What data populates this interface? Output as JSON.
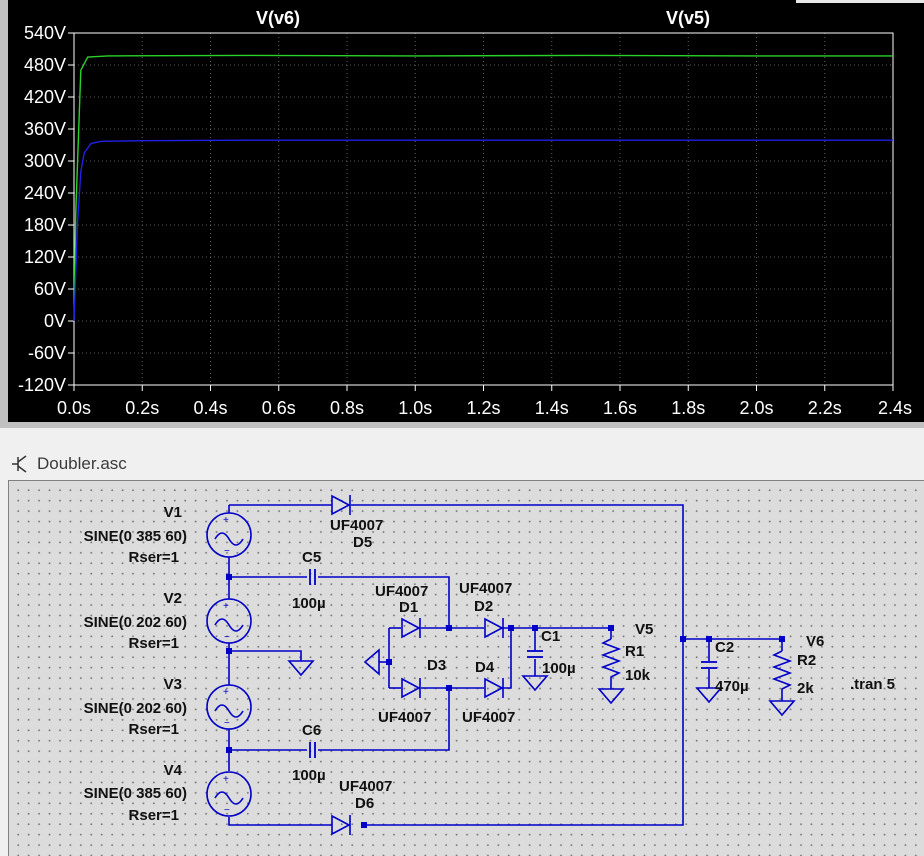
{
  "plot": {
    "window_title": "",
    "y_ticks": [
      "540V",
      "480V",
      "420V",
      "360V",
      "300V",
      "240V",
      "180V",
      "120V",
      "60V",
      "0V",
      "-60V",
      "-120V"
    ],
    "x_ticks": [
      "0.0s",
      "0.2s",
      "0.4s",
      "0.6s",
      "0.8s",
      "1.0s",
      "1.2s",
      "1.4s",
      "1.6s",
      "1.8s",
      "2.0s",
      "2.2s",
      "2.4s"
    ],
    "colors": {
      "bg": "#000000",
      "grid": "#606060",
      "v6": "#2bd12b",
      "v5": "#2020e6",
      "axis": "#ffffff"
    }
  },
  "chart_data": {
    "type": "line",
    "title": "",
    "xlabel": "",
    "ylabel": "",
    "xlim": [
      0,
      2.4
    ],
    "ylim": [
      -120,
      540
    ],
    "grid": true,
    "series": [
      {
        "name": "V(v6)",
        "x": [
          0,
          0.005,
          0.02,
          0.04,
          0.1,
          0.5,
          1.0,
          1.5,
          2.0,
          2.4
        ],
        "values": [
          0,
          200,
          470,
          495,
          497,
          498,
          497,
          498,
          497,
          497
        ]
      },
      {
        "name": "V(v5)",
        "x": [
          0,
          0.01,
          0.02,
          0.03,
          0.05,
          0.08,
          0.2,
          0.5,
          1.0,
          1.5,
          2.0,
          2.4
        ],
        "values": [
          0,
          180,
          280,
          315,
          333,
          337,
          338,
          339,
          339,
          339,
          339,
          339
        ]
      }
    ]
  },
  "schematic": {
    "tab_title": "Doubler.asc",
    "sources": [
      {
        "name": "V1",
        "value": "SINE(0 385 60)",
        "rser": "Rser=1"
      },
      {
        "name": "V2",
        "value": "SINE(0 202 60)",
        "rser": "Rser=1"
      },
      {
        "name": "V3",
        "value": "SINE(0 202 60)",
        "rser": "Rser=1"
      },
      {
        "name": "V4",
        "value": "SINE(0 385 60)",
        "rser": "Rser=1"
      }
    ],
    "capacitors": [
      {
        "name": "C5",
        "value": "100µ"
      },
      {
        "name": "C6",
        "value": "100µ"
      },
      {
        "name": "C1",
        "value": "100µ"
      },
      {
        "name": "C2",
        "value": "470µ"
      }
    ],
    "diodes": [
      {
        "name": "D5",
        "model": "UF4007"
      },
      {
        "name": "D6",
        "model": "UF4007"
      },
      {
        "name": "D1",
        "model": "UF4007"
      },
      {
        "name": "D2",
        "model": "UF4007"
      },
      {
        "name": "D3",
        "model": "UF4007"
      },
      {
        "name": "D4",
        "model": "UF4007"
      }
    ],
    "resistors": [
      {
        "name": "R1",
        "value": "10k"
      },
      {
        "name": "R2",
        "value": "2k"
      }
    ],
    "nets": {
      "v5": "V5",
      "v6": "V6"
    },
    "directive": ".tran 5"
  }
}
